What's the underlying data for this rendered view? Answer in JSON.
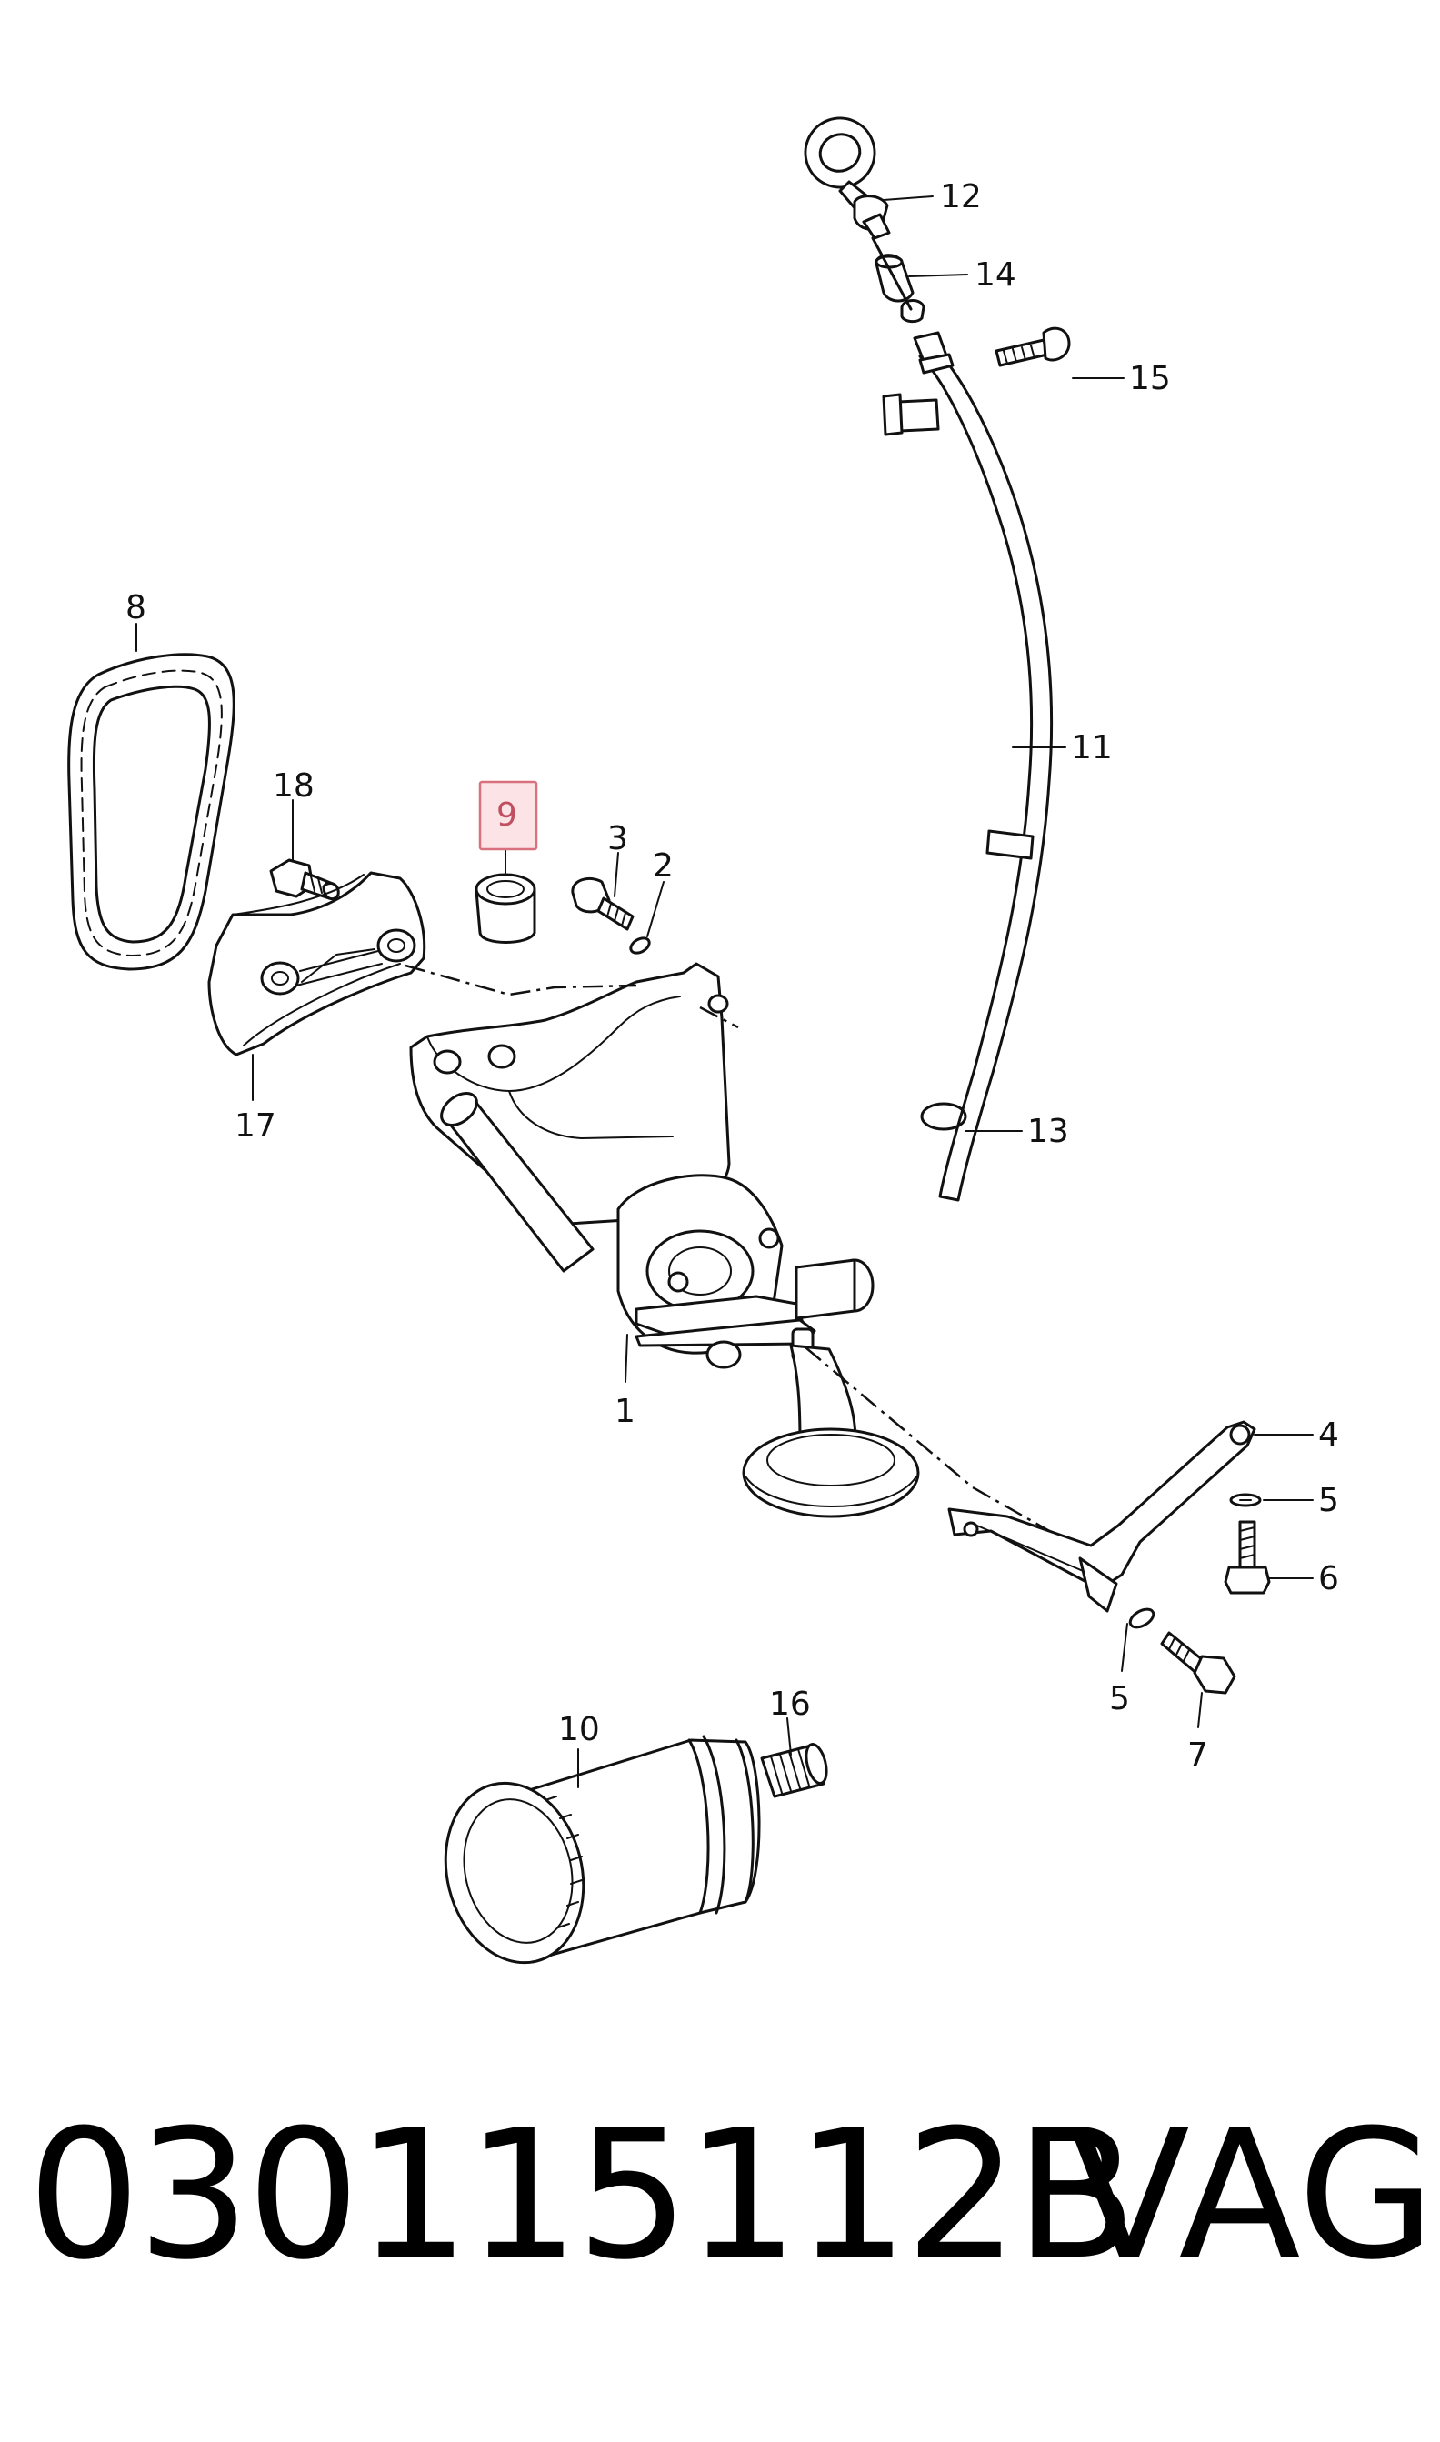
{
  "diagram": {
    "callouts": {
      "c1": "1",
      "c2": "2",
      "c3": "3",
      "c4": "4",
      "c5a": "5",
      "c5b": "5",
      "c6": "6",
      "c7": "7",
      "c8": "8",
      "c9": "9",
      "c10": "10",
      "c11": "11",
      "c12": "12",
      "c13": "13",
      "c14": "14",
      "c15": "15",
      "c16": "16",
      "c17": "17",
      "c18": "18"
    },
    "highlighted_callout": "9",
    "highlight_color": "#fbe3e6"
  },
  "footer": {
    "part_number": "030115112B",
    "brand": "VAG"
  }
}
